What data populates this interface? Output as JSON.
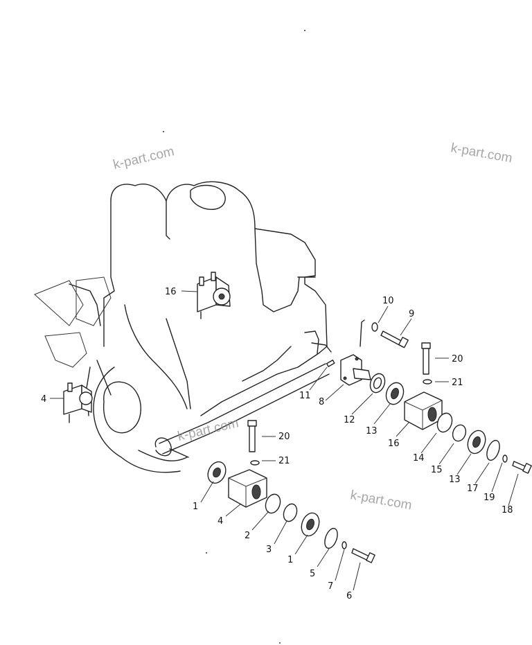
{
  "watermarks": [
    "k-part.com",
    "k-part.com",
    "k-part.com",
    "k-part.com"
  ],
  "callouts": {
    "c1a": "1",
    "c1b": "1",
    "c2": "2",
    "c3": "3",
    "c4a": "4",
    "c4b": "4",
    "c5": "5",
    "c6": "6",
    "c7": "7",
    "c8": "8",
    "c9": "9",
    "c10": "10",
    "c11": "11",
    "c12": "12",
    "c13a": "13",
    "c13b": "13",
    "c14": "14",
    "c15": "15",
    "c16a": "16",
    "c16b": "16",
    "c17": "17",
    "c18": "18",
    "c19": "19",
    "c20a": "20",
    "c20b": "20",
    "c21a": "21",
    "c21b": "21"
  }
}
